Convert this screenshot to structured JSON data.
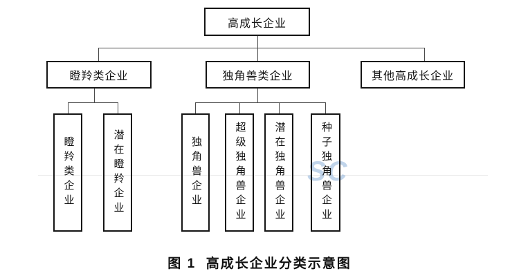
{
  "figure": {
    "caption": "图 1  高成长企业分类示意图",
    "watermark_text": "SC"
  },
  "nodes": {
    "root": "高成长企业",
    "gazelle_category": "瞪羚类企业",
    "unicorn_category": "独角兽类企业",
    "other_high_growth": "其他高成长企业",
    "gazelle": "瞪羚类企业",
    "potential_gazelle": "潜在瞪羚企业",
    "unicorn": "独角兽企业",
    "super_unicorn": "超级独角兽企业",
    "potential_unicorn": "潜在独角兽企业",
    "seed_unicorn": "种子独角兽企业"
  },
  "colors": {
    "box_border": "#141414",
    "connector_line": "#4a4a4a",
    "background": "#ffffff",
    "watermark": "#8db1d8"
  }
}
